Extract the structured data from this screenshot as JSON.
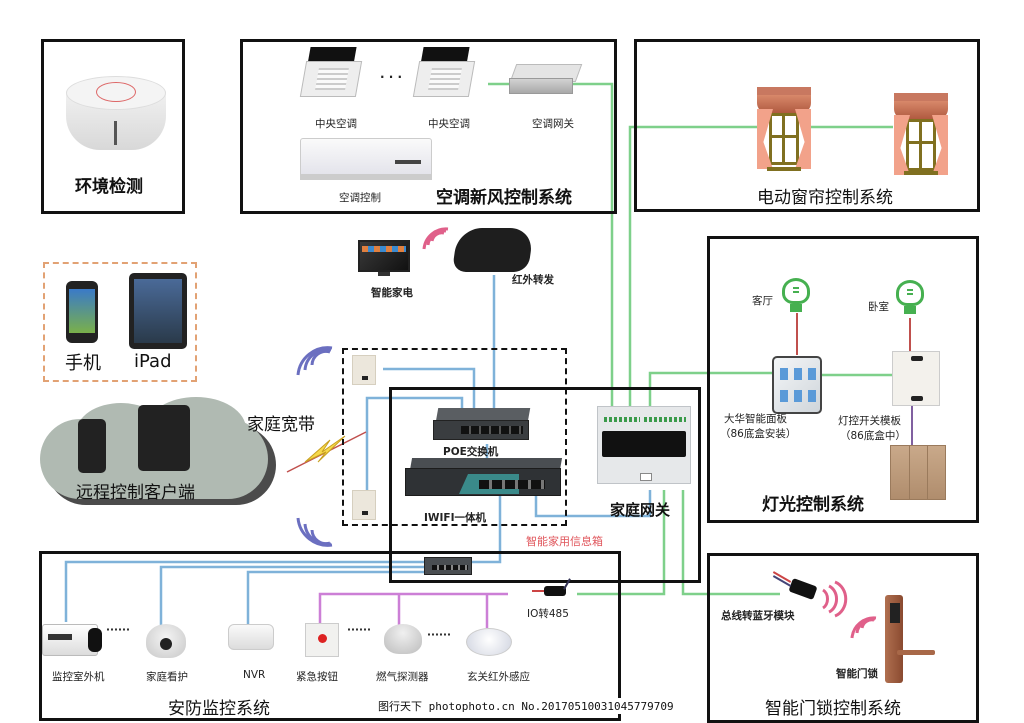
{
  "diagram": {
    "systems": {
      "env": {
        "title": "环境检测"
      },
      "hvac": {
        "title": "空调新风控制系统",
        "devices": [
          {
            "label": "中央空调"
          },
          {
            "label": "中央空调"
          },
          {
            "label": "空调网关"
          },
          {
            "label": "空调控制"
          }
        ],
        "ellipsis": "· · ·"
      },
      "curtain": {
        "title": "电动窗帘控制系统"
      },
      "lighting": {
        "title": "灯光控制系统",
        "rooms": [
          "客厅",
          "卧室"
        ],
        "panel_label_1": "大华智能面板",
        "panel_label_2": "（86底盒安装）",
        "module_label_1": "灯控开关模板",
        "module_label_2": "（86底盒中）"
      },
      "security": {
        "title": "安防监控系统",
        "devices": [
          {
            "label": "监控室外机"
          },
          {
            "label": "家庭看护"
          },
          {
            "label": "NVR"
          },
          {
            "label": "紧急按钮"
          },
          {
            "label": "燃气探测器"
          },
          {
            "label": "玄关红外感应"
          }
        ],
        "io_label": "IO转485",
        "dots": "······"
      },
      "lock": {
        "title": "智能门锁控制系统",
        "bt_module": "总线转蓝牙模块",
        "lock_label": "智能门锁"
      }
    },
    "clients": {
      "local": [
        {
          "label": "手机"
        },
        {
          "label": "iPad"
        }
      ],
      "remote_label": "远程控制客户端",
      "broadband_label": "家庭宽带"
    },
    "core": {
      "smart_appliance": "智能家电",
      "ir_forwarder": "红外转发",
      "poe_switch": "POE交换机",
      "iwifi": "IWIFI一体机",
      "info_box": "智能家用信息箱",
      "home_gateway": "家庭网关"
    },
    "colors": {
      "ethernet": "#7fb2d9",
      "bus": "#7ed08a",
      "alarm": "#cc7fd6",
      "power": "#c0504d",
      "lock_purple": "#8060a0",
      "wifi_blue": "#6b6fc0",
      "ir_pink": "#e0608a"
    },
    "watermark": "图行天下 photophoto.cn  No.20170510031045779709"
  }
}
